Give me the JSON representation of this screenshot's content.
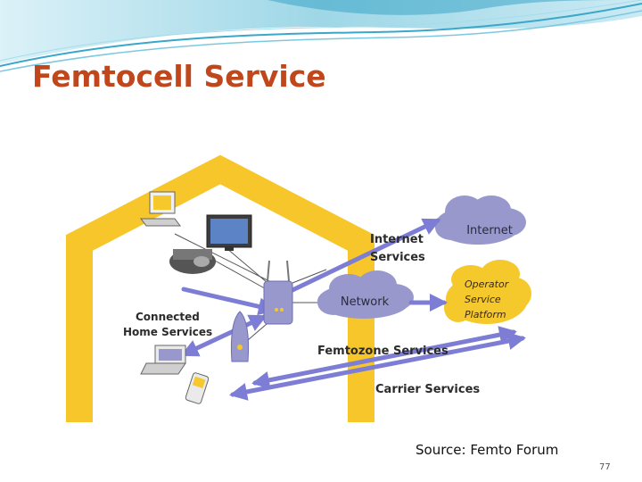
{
  "slide": {
    "title": "Femtocell Service",
    "source": "Source: Femto Forum",
    "page_number": "77"
  },
  "diagram": {
    "labels": {
      "internet_services_line1": "Internet",
      "internet_services_line2": "Services",
      "internet_cloud": "Internet",
      "network_cloud": "Network",
      "operator_line1": "Operator",
      "operator_line2": "Service",
      "operator_line3": "Platform",
      "connected_line1": "Connected",
      "connected_line2": "Home Services",
      "femtozone_services": "Femtozone Services",
      "carrier_services": "Carrier Services"
    },
    "icons": [
      "desktop-computer-icon",
      "television-icon",
      "media-player-icon",
      "laptop-icon",
      "mobile-phone-icon",
      "femtocell-router-icon",
      "access-point-icon"
    ],
    "colors": {
      "house": "#f7c62a",
      "arrows": "#7d7dd6",
      "clouds": "#9898cc",
      "operator_cloud": "#f5c82c",
      "title": "#c0471b"
    }
  }
}
